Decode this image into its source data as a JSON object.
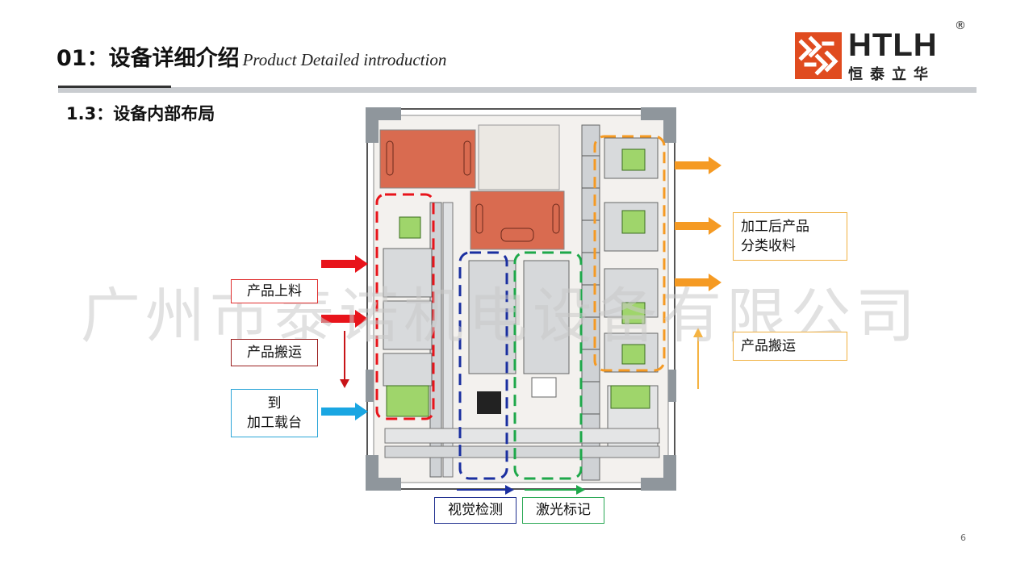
{
  "header": {
    "title_cn": "01：设备详细介绍",
    "title_en": "Product Detailed introduction"
  },
  "logo": {
    "name": "HTLH",
    "sub": "恒泰立华",
    "reg": "®"
  },
  "section": {
    "title": "1.3：设备内部布局"
  },
  "labels": {
    "feed": "产品上料",
    "transfer_left": "产品搬运",
    "to_stage_1": "到",
    "to_stage_2": "加工载台",
    "vision": "视觉检测",
    "laser": "激光标记",
    "sort_1": "加工后产品",
    "sort_2": "分类收料",
    "transfer_right": "产品搬运"
  },
  "watermark": "广州市泰诺机电设备有限公司",
  "page_number": "6",
  "colors": {
    "red": "#e8141b",
    "blue": "#1aa6e2",
    "orange": "#f59a23",
    "navy": "#1a2fa0",
    "green": "#1ea84a",
    "logo_red": "#e04b1f"
  }
}
